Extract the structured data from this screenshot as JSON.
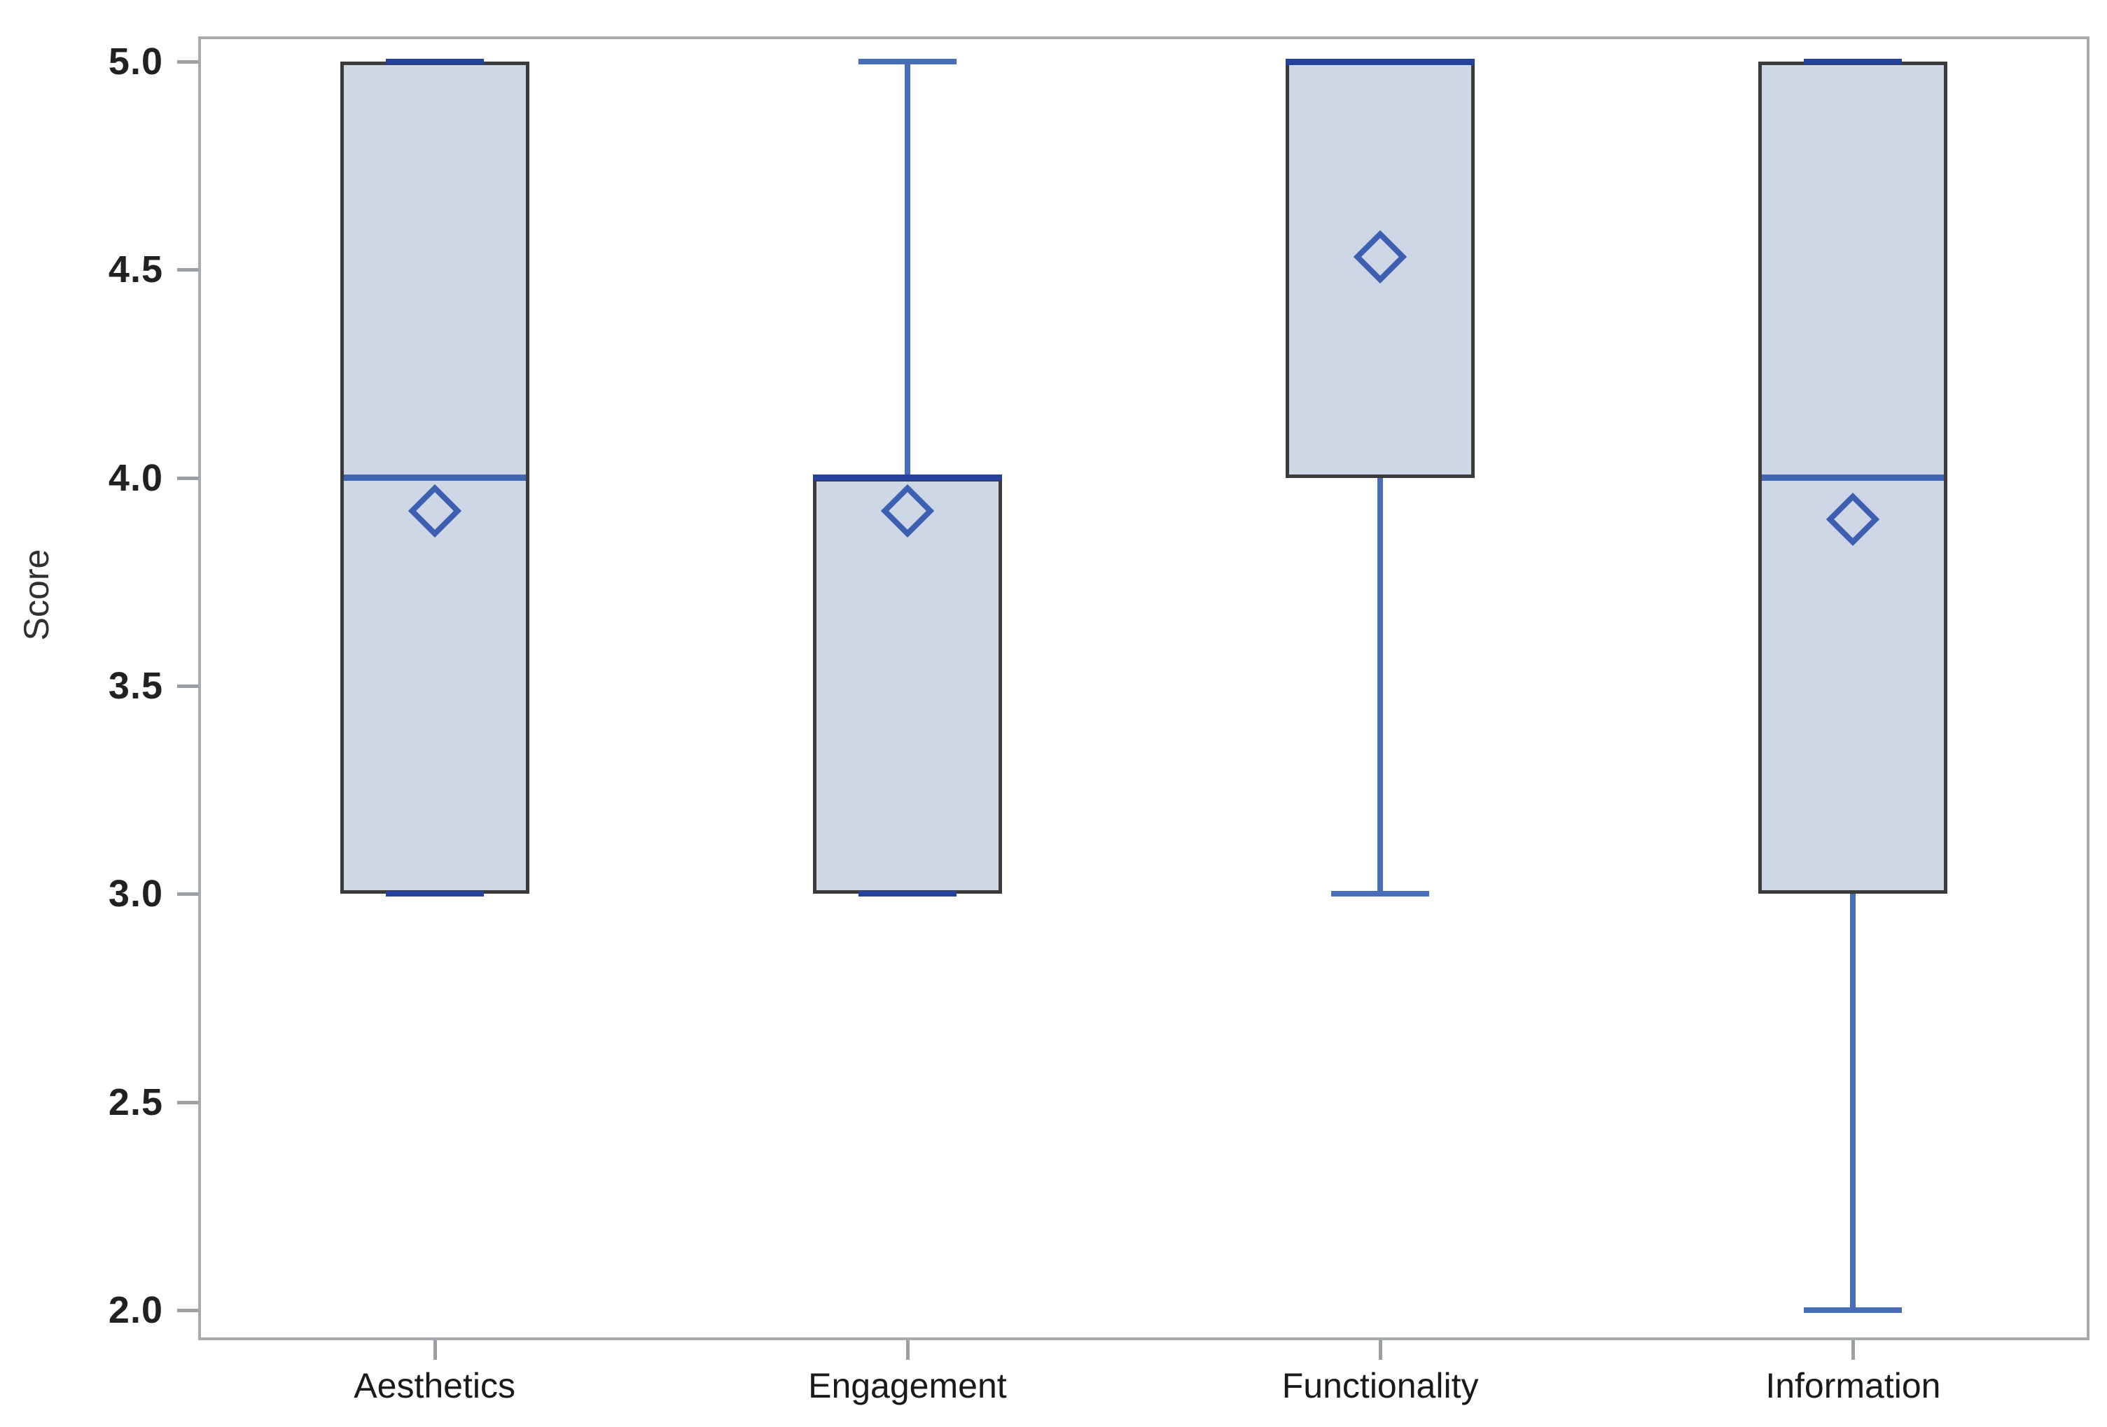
{
  "chart_data": {
    "type": "box",
    "title": "",
    "xlabel": "",
    "ylabel": "Score",
    "ylim": [
      1.85,
      5.1
    ],
    "yticks": [
      5.0,
      4.5,
      4.0,
      3.5,
      3.0,
      2.5,
      2.0
    ],
    "grid": false,
    "legend": "none",
    "categories": [
      "Aesthetics",
      "Engagement",
      "Functionality",
      "Information"
    ],
    "series": [
      {
        "category": "Aesthetics",
        "whisker_low": 3.0,
        "q1": 3.0,
        "median": 4.0,
        "q3": 5.0,
        "whisker_high": 5.0,
        "mean": 3.92
      },
      {
        "category": "Engagement",
        "whisker_low": 3.0,
        "q1": 3.0,
        "median": 4.0,
        "q3": 4.0,
        "whisker_high": 5.0,
        "mean": 3.92
      },
      {
        "category": "Functionality",
        "whisker_low": 3.0,
        "q1": 4.0,
        "median": 5.0,
        "q3": 5.0,
        "whisker_high": 5.0,
        "mean": 4.53
      },
      {
        "category": "Information",
        "whisker_low": 2.0,
        "q1": 3.0,
        "median": 4.0,
        "q3": 5.0,
        "whisker_high": 5.0,
        "mean": 3.9
      }
    ],
    "colors": {
      "box_fill": "#cdd7e5",
      "box_border": "#3b3b3b",
      "whisker": "#4a6db9",
      "whisker_cap": "#4a6db9",
      "median_inner": "#4166b2",
      "median_on_edge": "#24419c",
      "cap_on_edge": "#24419c",
      "mean_marker": "#3c5fb1",
      "frame": "#a7abae",
      "tick_mark": "#9ba0a4",
      "y_tick_label": "#212121",
      "x_tick_label": "#1a1a1a",
      "y_axis_title": "#303030",
      "background": "#ffffff"
    }
  }
}
